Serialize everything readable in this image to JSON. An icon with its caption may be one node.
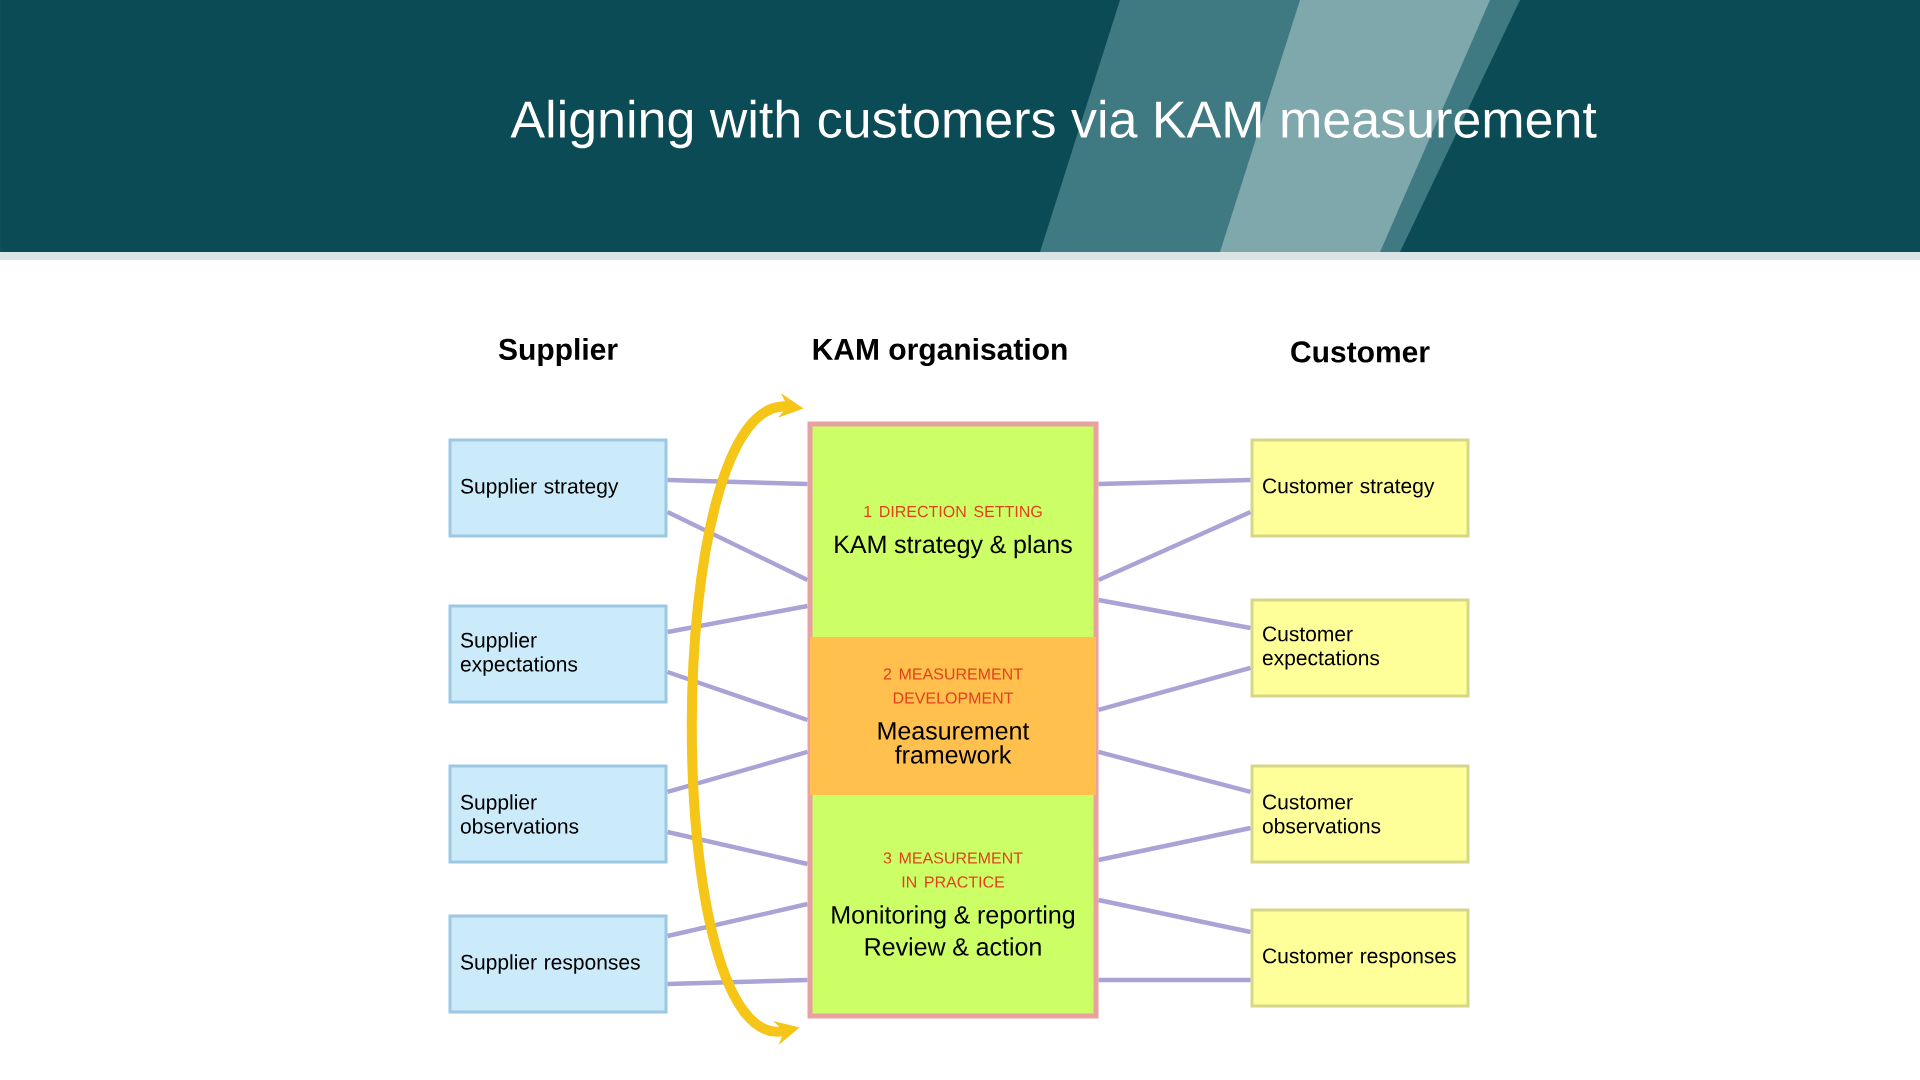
{
  "diagram": {
    "title": "Aligning with customers via KAM measurement",
    "nodes": [
      {
        "text": [
          "Supplier strategy"
        ]
      },
      {
        "text": [
          "Supplier expectations"
        ]
      },
      {
        "text": [
          "Supplier observations"
        ]
      },
      {
        "text": [
          "Supplier responses"
        ]
      },
      {
        "text": [],
        "shape": "box"
      },
      {
        "text": [
          "1 DIRECTION SETTING",
          "KAM strategy & plans"
        ],
        "in": 4
      },
      {
        "text": [
          "2 MEASUREMENT DEVELOPMENT",
          "Measurement framework"
        ],
        "in": 4
      },
      {
        "text": [
          "3 MEASUREMENT IN PRACTICE",
          "Monitoring & reporting",
          "Review & action"
        ],
        "in": 4
      },
      {
        "text": [
          "Customer strategy"
        ]
      },
      {
        "text": [
          "Customer expectations"
        ]
      },
      {
        "text": [
          "Customer observations"
        ]
      },
      {
        "text": [
          "Customer responses"
        ]
      }
    ],
    "edges": [
      {
        "from": 0,
        "to": 5,
        "arrow": "none"
      },
      {
        "from": 0,
        "to": 5,
        "arrow": "none"
      },
      {
        "from": 1,
        "to": 5,
        "arrow": "none"
      },
      {
        "from": 1,
        "to": 6,
        "arrow": "none"
      },
      {
        "from": 2,
        "to": 6,
        "arrow": "none"
      },
      {
        "from": 2,
        "to": 7,
        "arrow": "none"
      },
      {
        "from": 3,
        "to": 7,
        "arrow": "none"
      },
      {
        "from": 3,
        "to": 7,
        "arrow": "none"
      },
      {
        "from": 5,
        "to": 8,
        "arrow": "none"
      },
      {
        "from": 5,
        "to": 8,
        "arrow": "none"
      },
      {
        "from": 5,
        "to": 9,
        "arrow": "none"
      },
      {
        "from": 6,
        "to": 9,
        "arrow": "none"
      },
      {
        "from": 6,
        "to": 10,
        "arrow": "none"
      },
      {
        "from": 7,
        "to": 10,
        "arrow": "none"
      },
      {
        "from": 7,
        "to": 11,
        "arrow": "none"
      },
      {
        "from": 7,
        "to": 11,
        "arrow": "none"
      },
      {
        "from": 7,
        "to": 5,
        "arrow": "both",
        "style": "thick",
        "color": "#f5c518"
      }
    ],
    "labels": [
      "Supplier",
      "KAM organisation",
      "Customer"
    ]
  }
}
